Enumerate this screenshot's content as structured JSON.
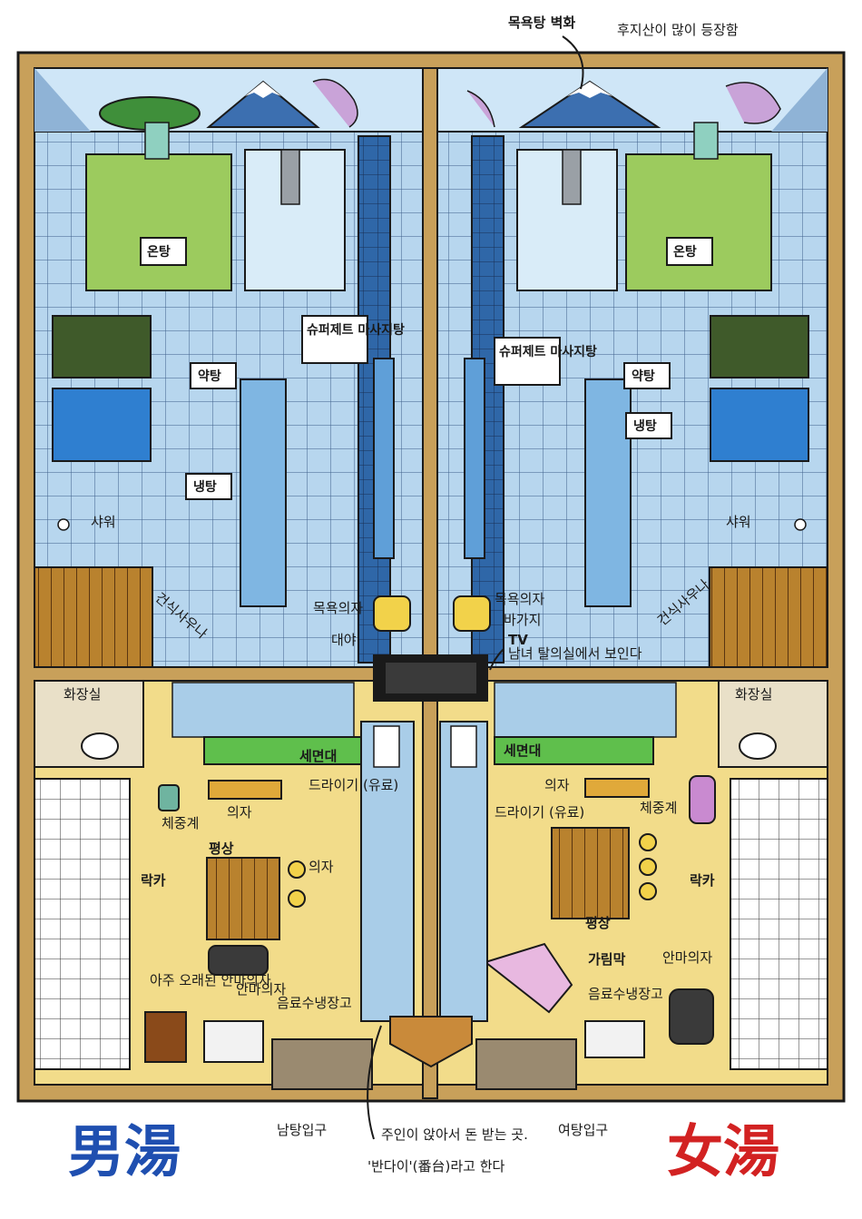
{
  "top_note": {
    "title": "목욕탕 벽화",
    "sub": "후지산이 많이 등장함"
  },
  "men": {
    "kanji": "男湯",
    "hot_bath": "온탕",
    "jet_bath": "슈퍼제트 마사지탕",
    "herb_bath": "약탕",
    "cold_bath": "냉탕",
    "shower": "샤워",
    "sauna": "건식사우나",
    "stool": "목욕의자",
    "basin": "대야",
    "toilet": "화장실",
    "washbasin": "세면대",
    "scale": "체중계",
    "chair": "의자",
    "platform": "평상",
    "chair2": "의자",
    "dryer": "드라이기 (유료)",
    "locker": "락카",
    "massage_chair": "안마의자",
    "old_massage_chair": "아주 오래된 안마의자",
    "fridge": "음료수냉장고",
    "entrance": "남탕입구"
  },
  "women": {
    "kanji": "女湯",
    "hot_bath": "온탕",
    "jet_bath": "슈퍼제트 마사지탕",
    "herb_bath": "약탕",
    "cold_bath": "냉탕",
    "shower": "샤워",
    "sauna": "건식사우나",
    "stool": "목욕의자",
    "basin": "바가지",
    "toilet": "화장실",
    "washbasin": "세면대",
    "scale": "체중계",
    "chair": "의자",
    "platform": "평상",
    "dryer": "드라이기 (유료)",
    "locker": "락카",
    "massage_chair": "안마의자",
    "curtain": "가림막",
    "fridge": "음료수냉장고",
    "entrance": "여탕입구"
  },
  "center": {
    "tv": "TV",
    "tv_note": "남녀 탈의실에서 보인다",
    "bandai_line1": "주인이 앉아서 돈 받는 곳.",
    "bandai_line2": "'반다이'(番台)라고 한다"
  },
  "colors": {
    "frame": "#c8a05a",
    "tile": "#b7d6ee",
    "hot_bath": "#9ccb5e",
    "herb_bath": "#3f5a2a",
    "cold_bath": "#2f7fd0",
    "floor": "#f2dc8a",
    "wash_green": "#5fbf4c",
    "men_kanji": "#1f4fb0",
    "women_kanji": "#d22222"
  }
}
